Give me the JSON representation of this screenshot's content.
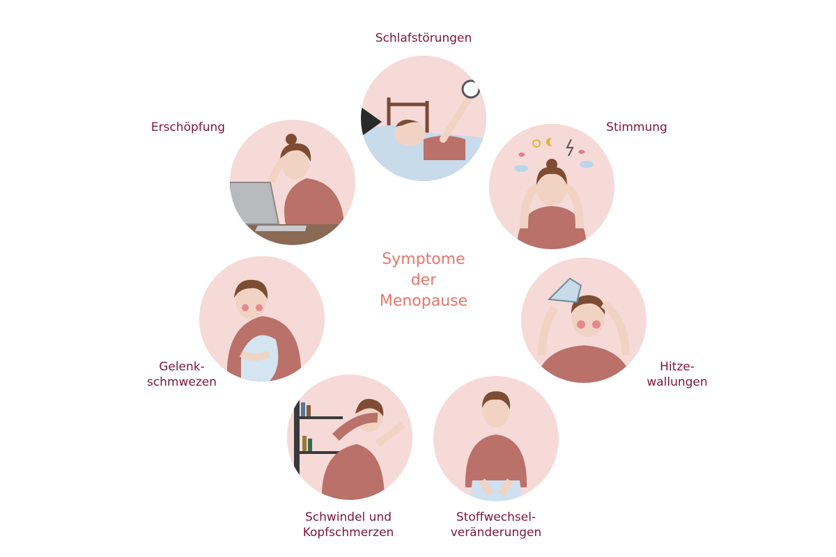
{
  "title": {
    "line1": "Symptome",
    "line2": "der",
    "line3": "Menopause"
  },
  "colors": {
    "title": "#e8766b",
    "label": "#7a1638",
    "circle": "#f6dad7",
    "shirt": "#b9716a"
  },
  "symptoms": [
    {
      "id": "sleep",
      "lines": [
        "Schlafstörungen"
      ],
      "icon": "sleeping-woman-alarm-clock-icon"
    },
    {
      "id": "mood",
      "lines": [
        "Stimmung"
      ],
      "icon": "woman-holding-head-weather-icon"
    },
    {
      "id": "hot",
      "lines": [
        "Hitze-",
        "wallungen"
      ],
      "icon": "woman-with-fan-icon"
    },
    {
      "id": "metabolism",
      "lines": [
        "Stoffwechsel-",
        "veränderungen"
      ],
      "icon": "woman-tight-jeans-icon"
    },
    {
      "id": "dizziness",
      "lines": [
        "Schwindel und",
        "Kopfschmerzen"
      ],
      "icon": "dizzy-woman-bookshelf-icon"
    },
    {
      "id": "joint",
      "lines": [
        "Gelenk-",
        "schmwezen"
      ],
      "icon": "woman-holding-knee-icon"
    },
    {
      "id": "fatigue",
      "lines": [
        "Erschöpfung"
      ],
      "icon": "tired-woman-laptop-icon"
    }
  ]
}
